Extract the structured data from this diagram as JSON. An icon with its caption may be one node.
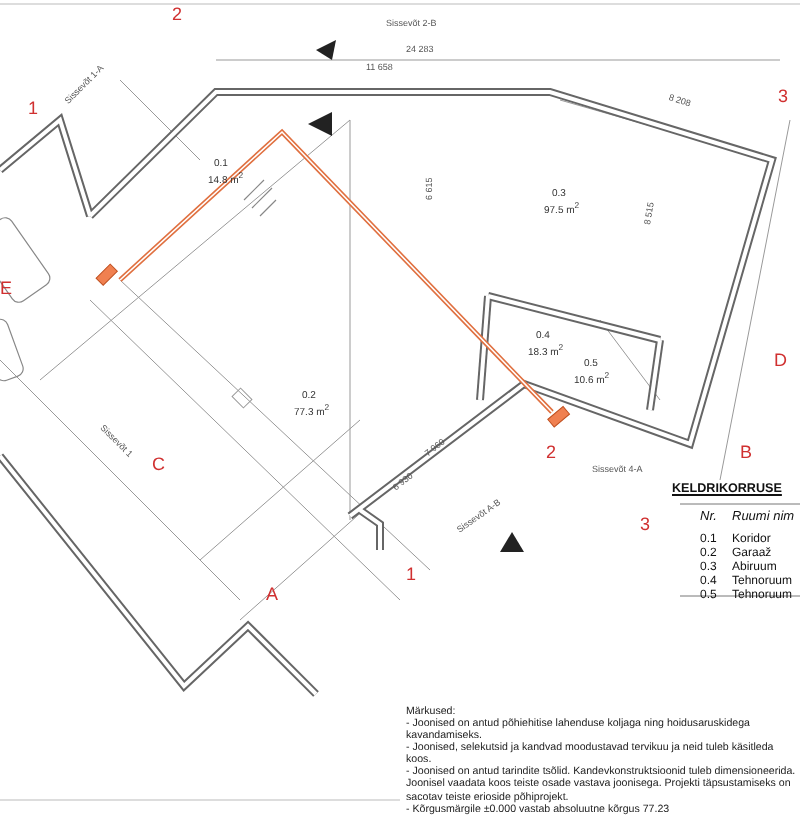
{
  "diagram": {
    "labels": [
      "2",
      "3",
      "1",
      "E",
      "C",
      "D",
      "2",
      "B",
      "3",
      "A",
      "1",
      "Sissevõt 2-B",
      "Sissevõt 1-A",
      "Sissevõt 1",
      "Sissevõt 4-A",
      "Sissevõt A-B",
      "24 283",
      "11 658",
      "8 208",
      "6 615",
      "8 515",
      "7 960",
      "6 930",
      "0.1",
      "14.8 m$^{2}$",
      "0.2",
      "77.3 m$^{2}$",
      "0.3",
      "97.5 m$^{2}$",
      "0.4",
      "18.3 m$^{2}$",
      "0.5",
      "10.6 m$^{2}$",
      "KELDRIKORRUSE",
      "Nr.",
      "Ruumi nim",
      "0.1",
      "Koridor",
      "0.2",
      "Garaaž",
      "0.3",
      "Abiruum",
      "0.4",
      "Tehnoruum",
      "0.5",
      "Tehnoruum",
      "Märkused:",
      "- Joonised on antud põhiehitise lahenduse koljaga ning hoidusaruskidega kavandamiseks.",
      "- Joonised, selekutsid ja kandvad moodustavad tervikuu ja neid tuleb käsitleda koos.",
      "- Joonised on antud tarindite tsõlid. Kandevkonstruktsioonid tuleb dimensioneerida.",
      "Joonisel vaadata koos teiste osade vastava joonisega. Projekti täpsustamiseks on sacotav teiste erioside põhiprojekt.",
      "- Kõrgusmärgile ±0.000 vastab absoluutne kõrgus 77.23"
    ]
  }
}
